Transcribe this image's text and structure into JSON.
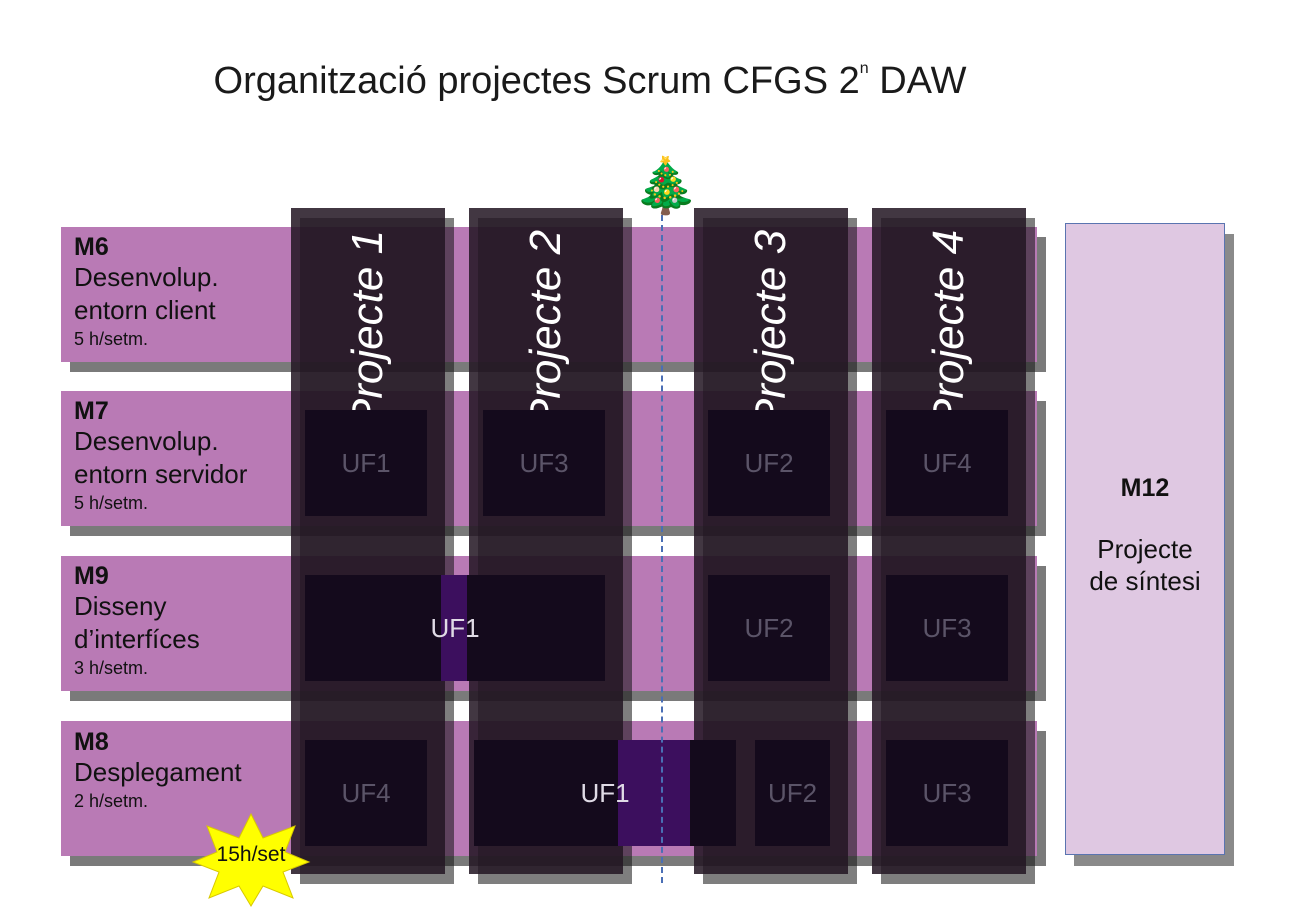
{
  "title": {
    "main": "Organització projectes Scrum CFGS 2",
    "superscript": "n",
    "suffix": " DAW"
  },
  "modules": [
    {
      "code": "M6",
      "name_lines": [
        "Desenvolup.",
        "entorn client"
      ],
      "hours": "5 h/setm."
    },
    {
      "code": "M7",
      "name_lines": [
        "Desenvolup.",
        "entorn servidor"
      ],
      "hours": "5 h/setm."
    },
    {
      "code": "M9",
      "name_lines": [
        "Disseny",
        "d’interfíces"
      ],
      "hours": "3 h/setm."
    },
    {
      "code": "M8",
      "name_lines": [
        "Desplegament"
      ],
      "hours": "2 h/setm."
    }
  ],
  "projects": [
    "Projecte 1",
    "Projecte 2",
    "Projecte 3",
    "Projecte 4"
  ],
  "uf_cells": {
    "m7": [
      "UF1",
      "UF3",
      "UF2",
      "UF4"
    ],
    "m9": [
      "UF1",
      "UF2",
      "UF3"
    ],
    "m8": [
      "UF4",
      "UF1",
      "UF2",
      "UF3"
    ]
  },
  "m12": {
    "code": "M12",
    "name_lines": [
      "Projecte",
      "de síntesi"
    ]
  },
  "badge": {
    "label": "15h/set",
    "color": "#ffff00"
  },
  "divider_icon": "christmas-tree-icon",
  "colors": {
    "band": "#b97ab5",
    "column": "#231623",
    "uf_box": "#140a1c",
    "uf_highlight": "#3c0f5e",
    "m12_fill": "#dfc8e2",
    "divider": "#4a6fb5"
  }
}
